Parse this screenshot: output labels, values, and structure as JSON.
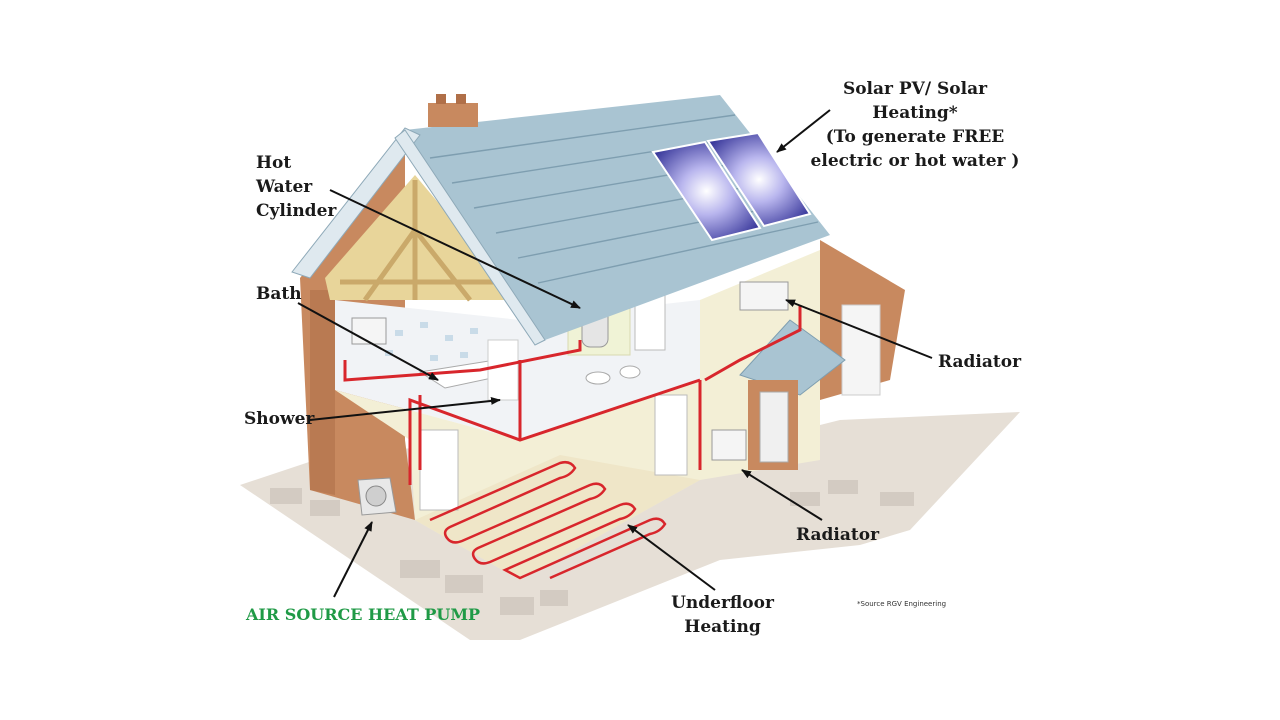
{
  "labels": {
    "solar_line1": "Solar PV/ Solar",
    "solar_line2": "Heating*",
    "solar_line3": "(To generate FREE",
    "solar_line4": "electric or hot water )",
    "cylinder_line1": "Hot",
    "cylinder_line2": "Water",
    "cylinder_line3": "Cylinder",
    "bath": "Bath",
    "shower": "Shower",
    "radiator_upper": "Radiator",
    "radiator_lower": "Radiator",
    "underfloor_line1": "Underfloor",
    "underfloor_line2": "Heating",
    "heat_pump": "AIR SOURCE HEAT PUMP",
    "source_note": "*Source RGV Engineering"
  },
  "colors": {
    "roof": "#a9c4d2",
    "brick": "#c8895f",
    "wall": "#f3efd6",
    "pipe": "#d8262c",
    "ground": "#e6dfd6",
    "label_green": "#1f9a46"
  }
}
